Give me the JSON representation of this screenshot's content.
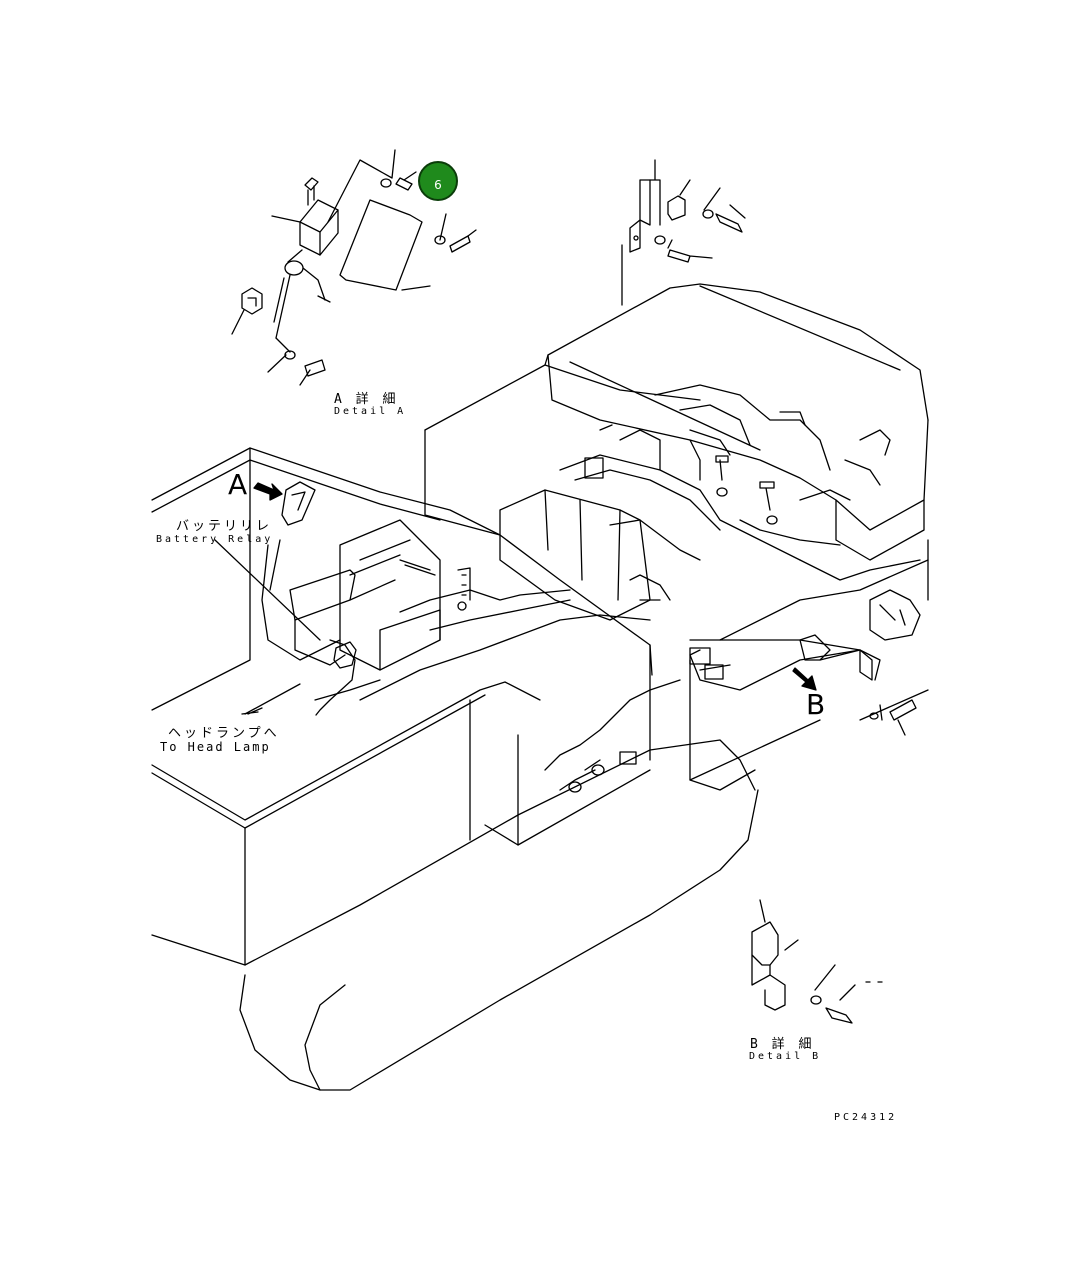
{
  "labels": {
    "detail_a_jp": "A 詳 細",
    "detail_a_en": "Detail A",
    "marker_a": "A",
    "battery_relay_jp": "バッテリリレ",
    "battery_relay_en": "Battery Relay",
    "head_lamp_jp": "ヘッドランプへ",
    "head_lamp_en": "To Head Lamp",
    "marker_b": "B",
    "detail_b_jp": "B 詳 細",
    "detail_b_en": "Detail B",
    "drawing_code": "PC24312"
  },
  "callouts": [
    {
      "number": "6",
      "color": "#1f8a1c"
    }
  ]
}
